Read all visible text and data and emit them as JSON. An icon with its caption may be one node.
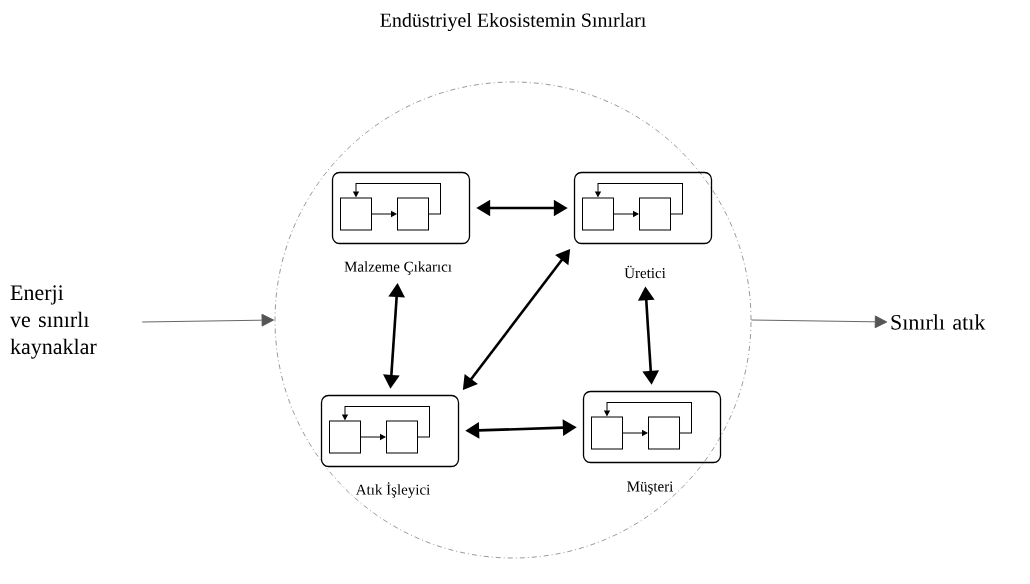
{
  "diagram": {
    "title": "Endüstriyel Ekosistemin Sınırları",
    "nodes": [
      {
        "text": [],
        "shape": "circle"
      },
      {
        "text": [
          "Malzeme Çıkarıcı"
        ],
        "in": 0
      },
      {
        "text": [],
        "shape": "box",
        "in": 1
      },
      {
        "text": [],
        "shape": "box",
        "in": 1
      },
      {
        "text": [
          "Üretici"
        ],
        "in": 0
      },
      {
        "text": [],
        "shape": "box",
        "in": 4
      },
      {
        "text": [],
        "shape": "box",
        "in": 4
      },
      {
        "text": [
          "Atık İşleyici"
        ],
        "in": 0
      },
      {
        "text": [],
        "shape": "box",
        "in": 7
      },
      {
        "text": [],
        "shape": "box",
        "in": 7
      },
      {
        "text": [
          "Müşteri"
        ],
        "in": 0
      },
      {
        "text": [],
        "shape": "box",
        "in": 10
      },
      {
        "text": [],
        "shape": "box",
        "in": 10
      },
      {
        "text": [
          "Enerji ve sınırlı kaynaklar"
        ]
      },
      {
        "text": [
          "Sınırlı atık"
        ]
      }
    ],
    "edges": [
      {
        "from": 2,
        "to": 3,
        "arrow": "to"
      },
      {
        "from": 3,
        "to": 2,
        "arrow": "to"
      },
      {
        "from": 5,
        "to": 6,
        "arrow": "to"
      },
      {
        "from": 6,
        "to": 5,
        "arrow": "to"
      },
      {
        "from": 8,
        "to": 9,
        "arrow": "to"
      },
      {
        "from": 9,
        "to": 8,
        "arrow": "to"
      },
      {
        "from": 11,
        "to": 12,
        "arrow": "to"
      },
      {
        "from": 12,
        "to": 11,
        "arrow": "to"
      },
      {
        "from": 1,
        "to": 4,
        "arrow": "both",
        "style": "thick"
      },
      {
        "from": 1,
        "to": 7,
        "arrow": "both",
        "style": "thick"
      },
      {
        "from": 7,
        "to": 4,
        "arrow": "both",
        "style": "thick"
      },
      {
        "from": 4,
        "to": 10,
        "arrow": "both",
        "style": "thick"
      },
      {
        "from": 7,
        "to": 10,
        "arrow": "both",
        "style": "thick"
      },
      {
        "from": 13,
        "to": 0,
        "arrow": "to",
        "color": "#555555"
      },
      {
        "from": 0,
        "to": 14,
        "arrow": "to",
        "color": "#555555"
      }
    ]
  }
}
